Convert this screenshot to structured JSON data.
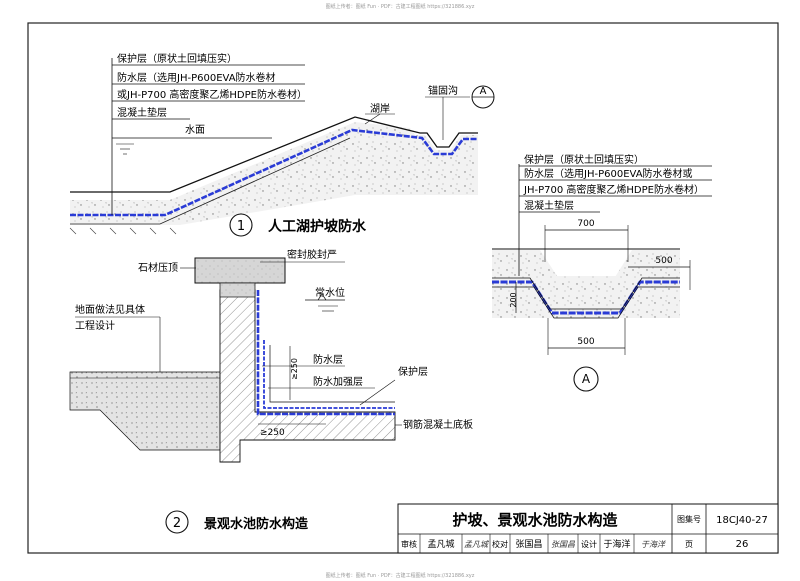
{
  "header_note": "图纸上传者：图纸 Fun · PDF：古建工程图纸 https://321886.xyz",
  "footer_note": "图纸上传者：图纸 Fun · PDF：古建工程图纸 https://321886.xyz",
  "detail1": {
    "layer_protect": "保护层（原状土回填压实）",
    "layer_waterproof_1": "防水层（选用JH-P600EVA防水卷材",
    "layer_waterproof_2": "或JH-P700 高密度聚乙烯HDPE防水卷材）",
    "layer_concrete": "混凝土垫层",
    "water_surface": "水面",
    "lake_bank": "湖岸",
    "anchor_trench": "锚固沟",
    "callout_symbol": "A",
    "number": "1",
    "title": "人工湖护坡防水"
  },
  "detailA": {
    "layer_protect": "保护层（原状土回填压实）",
    "layer_waterproof_1": "防水层（选用JH-P600EVA防水卷材或",
    "layer_waterproof_2": "JH-P700 高密度聚乙烯HDPE防水卷材）",
    "layer_concrete": "混凝土垫层",
    "dim_top": "700",
    "dim_side": "500",
    "dim_height": "200",
    "dim_bottom": "500",
    "symbol": "A"
  },
  "detail2": {
    "stone_coping": "石材压顶",
    "sealant": "密封胶封严",
    "normal_water_level": "常水位",
    "ground_note_1": "地面做法见具体",
    "ground_note_2": "工程设计",
    "waterproof": "防水层",
    "waterproof_reinforce": "防水加强层",
    "protect": "保护层",
    "rc_slab": "钢筋混凝土底板",
    "dim_vertical": "≥250",
    "dim_horizontal": "≥250",
    "number": "2",
    "title": "景观水池防水构造"
  },
  "titleblock": {
    "drawing_title": "护坡、景观水池防水构造",
    "atlas_label": "图集号",
    "atlas_no": "18CJ40-27",
    "review_label": "审核",
    "review_name": "孟凡城",
    "review_sign": "孟凡城",
    "check_label": "校对",
    "check_name": "张国昌",
    "check_sign": "张国昌",
    "design_label": "设计",
    "design_name": "于海洋",
    "design_sign": "于海洋",
    "page_label": "页",
    "page_no": "26"
  }
}
